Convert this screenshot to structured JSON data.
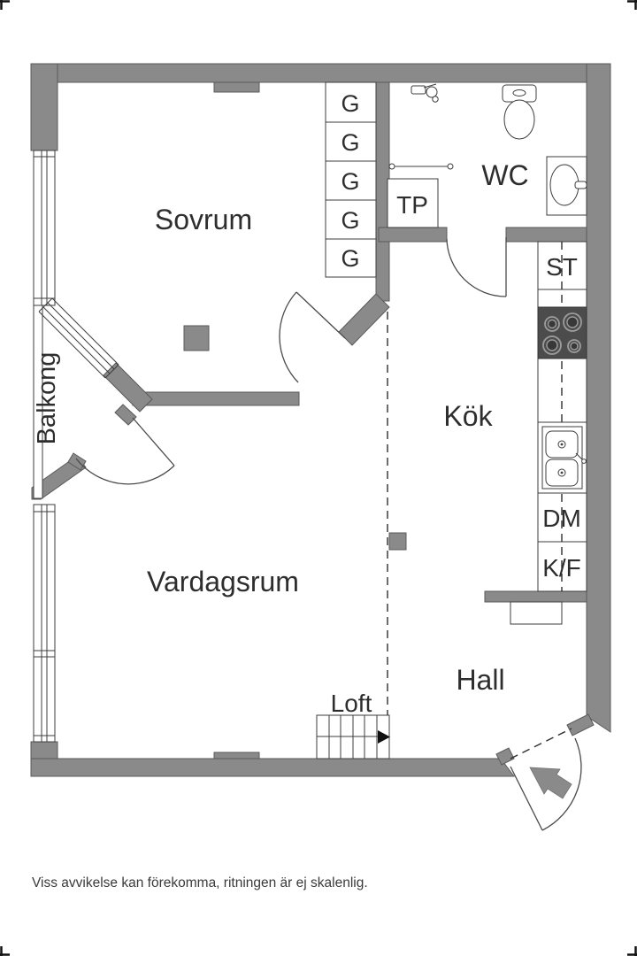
{
  "rooms": {
    "sovrum": "Sovrum",
    "vardagsrum": "Vardagsrum",
    "kok": "Kök",
    "hall": "Hall",
    "wc": "WC",
    "balkong": "Balkong",
    "loft": "Loft"
  },
  "fixtures": {
    "wardrobe": "G",
    "laundry_tower": "TP",
    "cleaning_closet": "ST",
    "dishwasher": "DM",
    "fridge_freezer": "K/F"
  },
  "caption": "Viss avvikelse kan förekomma, ritningen är ej skalenlig.",
  "colors": {
    "wall": "#8a8a8a",
    "line": "#3d3d3d",
    "stove": "#4c4c4c",
    "bg": "#ffffff",
    "text": "#2e2e2e"
  }
}
